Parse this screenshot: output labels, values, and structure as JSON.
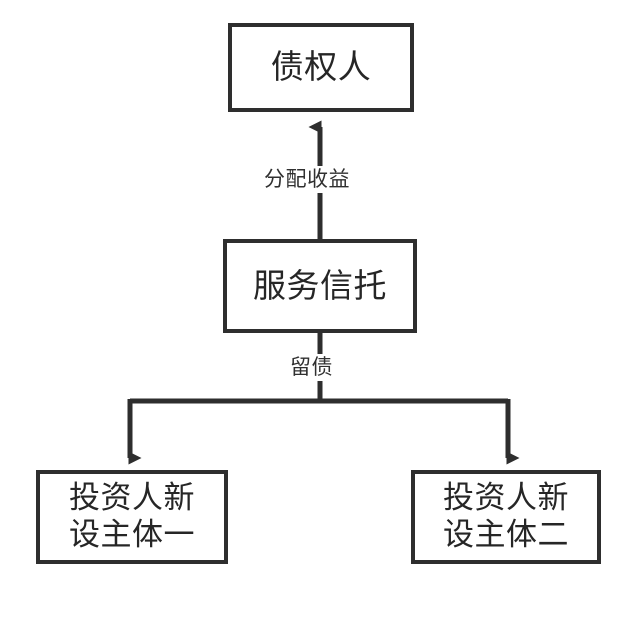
{
  "diagram": {
    "type": "flowchart",
    "language": "zh-CN",
    "background_color": "#ffffff",
    "stroke_color": "#2e2e2e",
    "text_color": "#262626",
    "nodes": [
      {
        "id": "creditor",
        "label": "债权人",
        "shape": "rectangle",
        "position": "top-center"
      },
      {
        "id": "service_trust",
        "label": "服务信托",
        "shape": "rectangle",
        "position": "middle-center"
      },
      {
        "id": "investor_entity_one",
        "label": "投资人新\n设主体一",
        "shape": "rectangle",
        "position": "bottom-left"
      },
      {
        "id": "investor_entity_two",
        "label": "投资人新\n设主体二",
        "shape": "rectangle",
        "position": "bottom-right"
      }
    ],
    "edges": [
      {
        "id": "edge-trust-to-creditor",
        "from": "service_trust",
        "to": "creditor",
        "label": "分配收益",
        "direction": "up",
        "arrowhead": true
      },
      {
        "id": "edge-trust-to-entity-one",
        "from": "service_trust",
        "to": "investor_entity_one",
        "label": "留债",
        "direction": "down",
        "arrowhead": true
      },
      {
        "id": "edge-trust-to-entity-two",
        "from": "service_trust",
        "to": "investor_entity_two",
        "label": "留债",
        "direction": "down",
        "arrowhead": true
      }
    ]
  }
}
